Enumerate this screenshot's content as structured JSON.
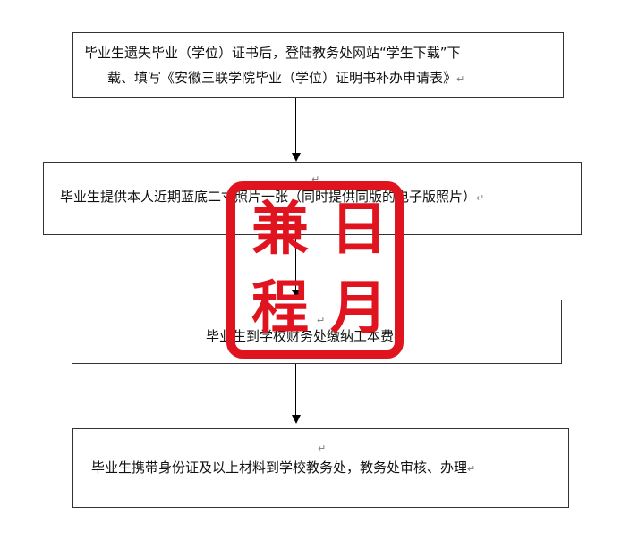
{
  "steps": [
    {
      "line1": "毕业生遗失毕业（学位）证书后，登陆教务处网站“学生下载”下",
      "line2": "载、填写《安徽三联学院毕业（学位）证明书补办申请表》"
    },
    {
      "line1": "毕业生提供本人近期蓝底二寸照片一张（同时提供同版的电子版照片）"
    },
    {
      "line1": "毕业生到学校财务处缴纳工本费"
    },
    {
      "line1": "毕业生携带身份证及以上材料到学校教务处，教务处审核、办理"
    }
  ],
  "paragraph_mark": "↵",
  "stamp": {
    "chars": [
      "兼",
      "日",
      "程",
      "月"
    ],
    "color": "#e0141e"
  }
}
